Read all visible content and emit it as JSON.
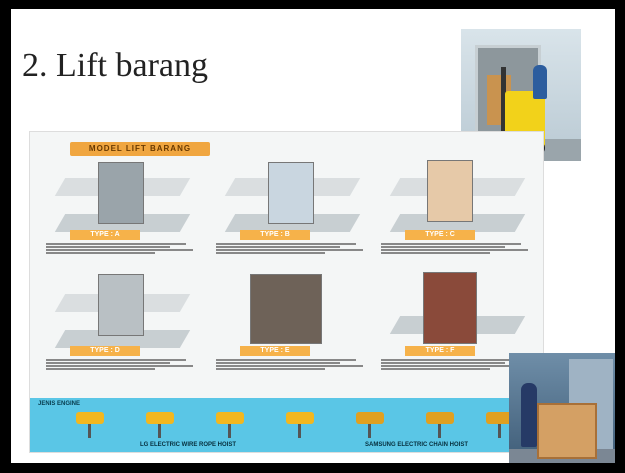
{
  "slide": {
    "title": "2. Lift barang"
  },
  "catalog": {
    "header": "MODEL LIFT BARANG",
    "types": [
      "TYPE : A",
      "TYPE : B",
      "TYPE : C",
      "TYPE : D",
      "TYPE : E",
      "TYPE : F"
    ],
    "engine_label": "JENIS ENGINE",
    "band_left": "LG ELECTRIC WIRE ROPE HOIST",
    "band_right": "SAMSUNG ELECTRIC CHAIN HOIST"
  },
  "colors": {
    "accent": "#f6b24a",
    "band": "#5ac6e6",
    "forklift": "#f2d21a"
  }
}
